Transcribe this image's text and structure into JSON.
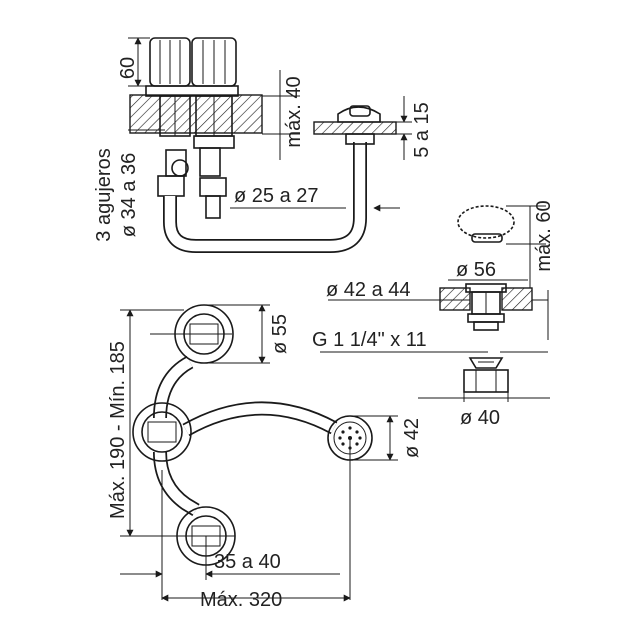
{
  "labels": {
    "handle_height": "60",
    "max_40": "máx. 40",
    "holes_title": "3 agujeros",
    "holes_diameter": "ø 34 a 36",
    "deck_range": "5 a 15",
    "pipe_range": "ø 25 a 27",
    "drain_max_60": "máx. 60",
    "drain_56": "ø 56",
    "drain_42_44": "ø 42 a 44",
    "drain_thread": "G 1 1/4\" x 11",
    "drain_40": "ø 40",
    "valve_55": "ø 55",
    "vertical_span": "Máx. 190 - Mín. 185",
    "drain_42": "ø 42",
    "offset_35_40": "35 a 40",
    "total_320": "Máx. 320"
  },
  "colors": {
    "line": "#1a1a1a",
    "background": "#ffffff"
  }
}
